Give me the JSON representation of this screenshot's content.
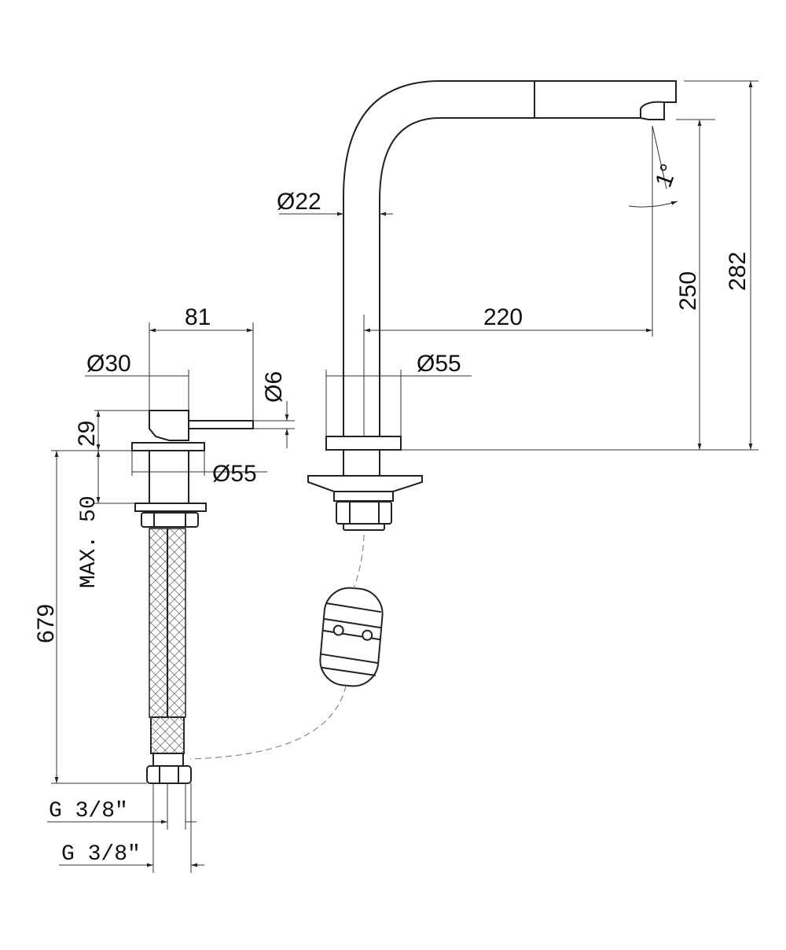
{
  "dimensions": {
    "spout_tube_diameter": "Ø22",
    "lever_reach": "81",
    "spout_reach": "220",
    "lever_body_diameter": "Ø30",
    "lever_diameter": "Ø6",
    "spout_base_diameter": "Ø55",
    "lever_base_diameter": "Ø55",
    "lever_height": "29",
    "max_deck_thickness": "MAX. 50",
    "hose_length": "679",
    "spout_height": "250",
    "overall_height": "282",
    "spout_angle": "1°",
    "thread_1": "G 3/8\"",
    "thread_2": "G 3/8\""
  },
  "colors": {
    "line": "#222222",
    "background": "#ffffff"
  }
}
